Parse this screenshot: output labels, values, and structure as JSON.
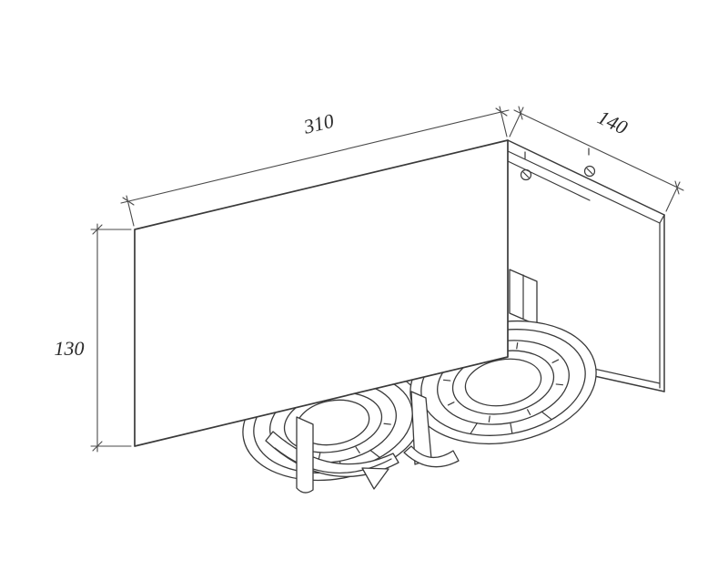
{
  "diagram": {
    "type": "technical-drawing",
    "dimensions": {
      "width": {
        "label": "310"
      },
      "depth": {
        "label": "140"
      },
      "height": {
        "label": "130"
      }
    },
    "colors": {
      "line": "#3a3a3a",
      "dimension_line": "#4a4a4a",
      "text": "#2b2b2b",
      "background": "#ffffff"
    }
  }
}
